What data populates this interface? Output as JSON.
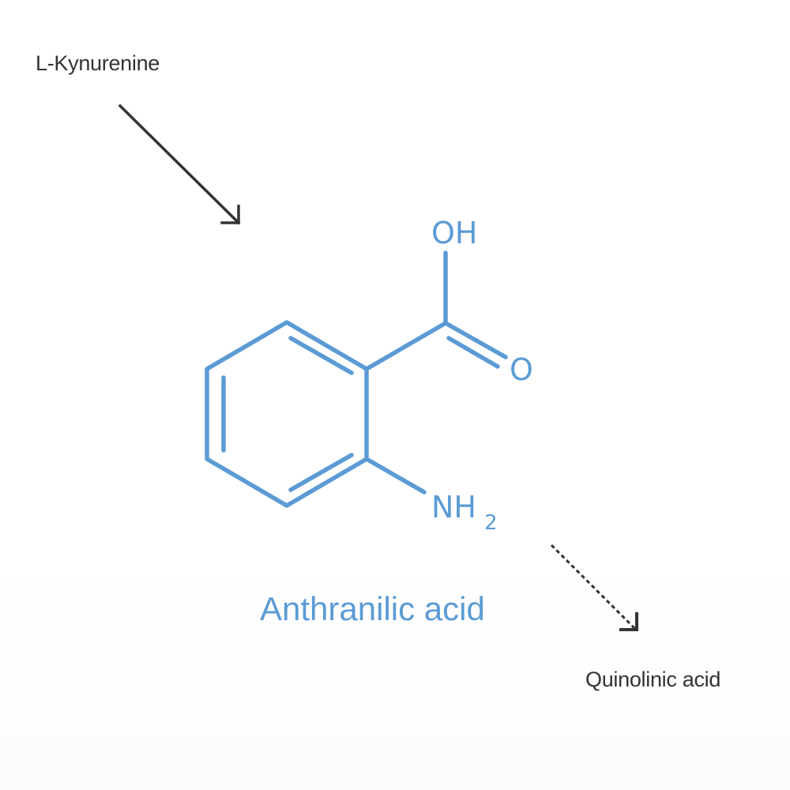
{
  "precursor": {
    "label": "L-Kynurenine"
  },
  "compound": {
    "name": "Anthranilic acid",
    "atoms": {
      "hydroxyl": "OH",
      "carbonyl_oxygen": "O",
      "amine_main": "NH",
      "amine_subscript": "2"
    }
  },
  "product": {
    "label": "Quinolinic acid"
  },
  "colors": {
    "molecule": "#5b9bd5",
    "text": "#333333",
    "arrow": "#333333"
  },
  "arrows": {
    "incoming": {
      "from": "L-Kynurenine",
      "to": "Anthranilic acid",
      "style": "solid"
    },
    "outgoing": {
      "from": "Anthranilic acid",
      "to": "Quinolinic acid",
      "style": "dashed"
    }
  }
}
